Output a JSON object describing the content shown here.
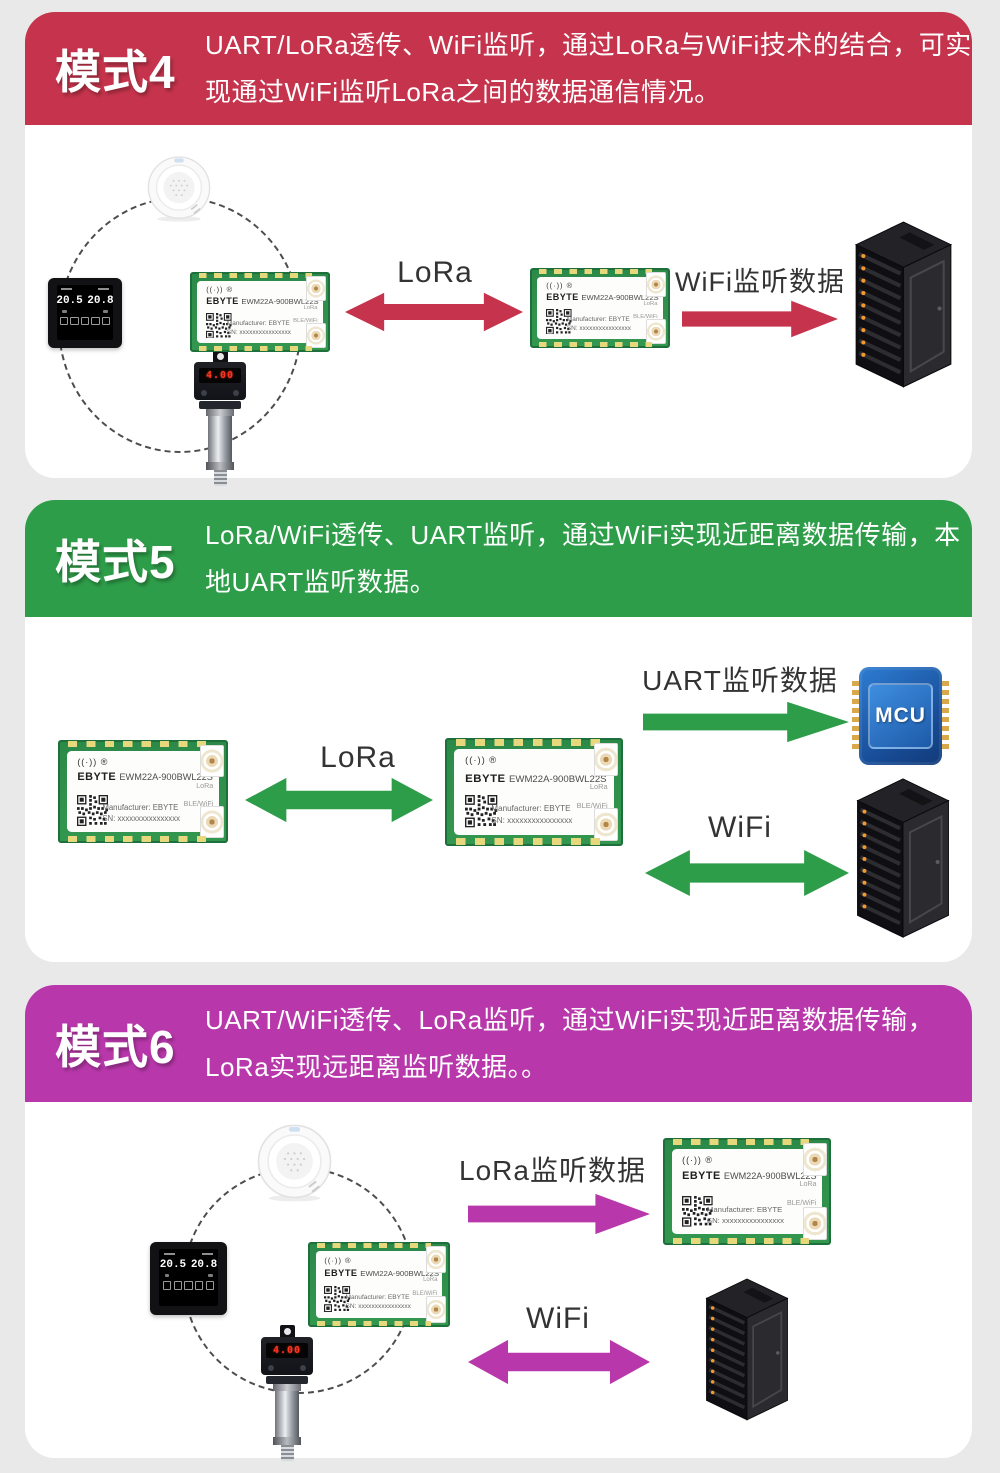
{
  "page": {
    "background": "#e9e9e9",
    "card_background": "#ffffff"
  },
  "colors": {
    "mode4_red": "#c5344c",
    "mode5_green": "#2e9d49",
    "mode6_magenta": "#b838ab",
    "pcb_green": "#2f8f4e",
    "led_orange": "#f29a2e",
    "mcu_blue": "#2268c4"
  },
  "sections": [
    {
      "title": "模式4",
      "color": "#c5344c",
      "description": "UART/LoRa透传、WiFi监听，通过LoRa与WiFi技术的结合，可实现通过WiFi监听LoRa之间的数据通信情况。",
      "links": {
        "lora": "LoRa",
        "wifi": "WiFi监听数据"
      }
    },
    {
      "title": "模式5",
      "color": "#2e9d49",
      "description": "LoRa/WiFi透传、UART监听，通过WiFi实现近距离数据传输，本地UART监听数据。",
      "links": {
        "lora": "LoRa",
        "uart": "UART监听数据",
        "wifi": "WiFi"
      }
    },
    {
      "title": "模式6",
      "color": "#b838ab",
      "description": "UART/WiFi透传、LoRa监听，通过WiFi实现近距离数据传输，LoRa实现远距离监听数据。。",
      "links": {
        "lora": "LoRa监听数据",
        "wifi": "WiFi"
      }
    }
  ],
  "module": {
    "logo": "((·)) ®",
    "brand": "EBYTE",
    "model": "EWM22A-900BWL22S",
    "ant1": "LoRa",
    "ant2": "BLE/WiFi",
    "manufacturer": "Manufacturer: EBYTE",
    "sn": "SN: xxxxxxxxxxxxxxxx"
  },
  "devices": {
    "mcu_label": "MCU",
    "thermostat": {
      "t1": "20.5",
      "t2": "20.8"
    },
    "sensor": {
      "display": "4.00"
    }
  }
}
